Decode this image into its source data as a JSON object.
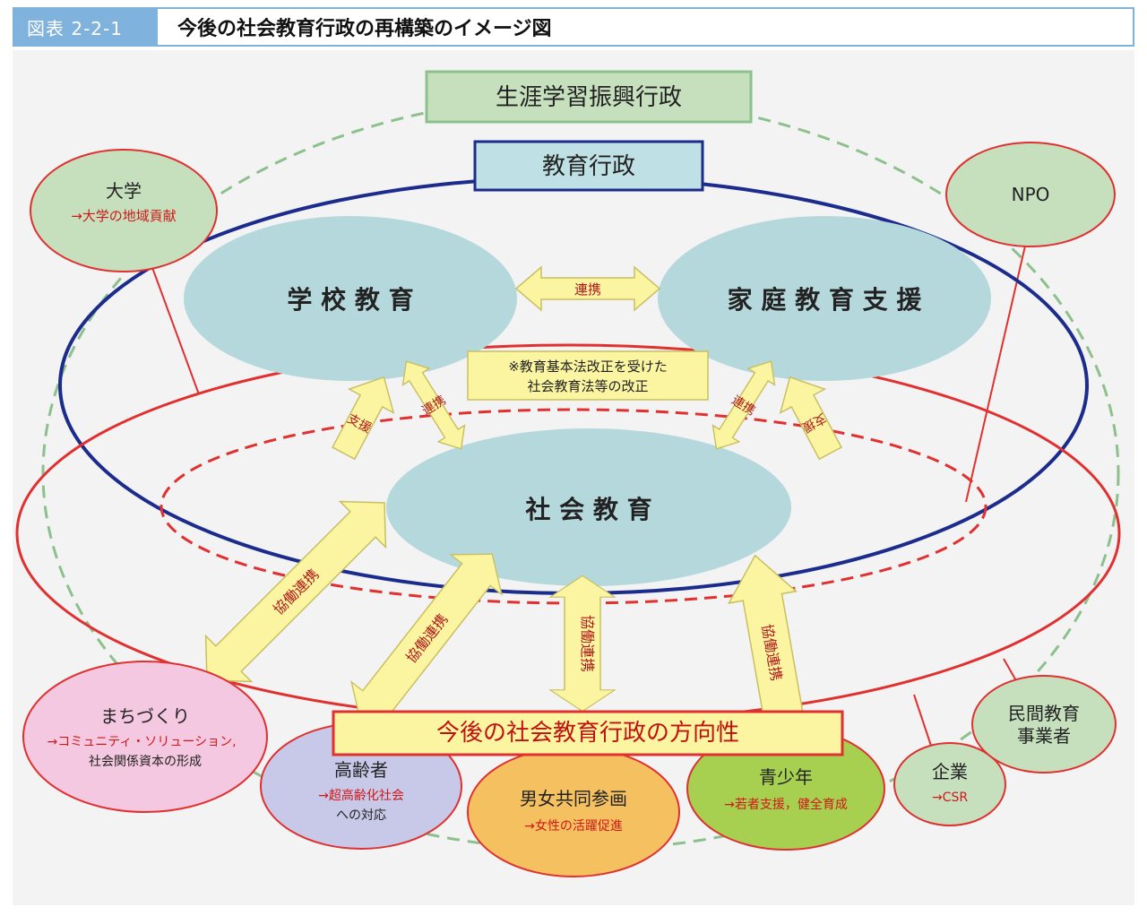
{
  "header": {
    "figure_label": "図表 2-2-1",
    "title": "今後の社会教育行政の再構築のイメージ図"
  },
  "boxes": {
    "lifelong": "生涯学習振興行政",
    "education_admin": "教育行政",
    "direction": "今後の社会教育行政の方向性",
    "law_note_line1": "※教育基本法改正を受けた",
    "law_note_line2": "社会教育法等の改正"
  },
  "core": {
    "school": "学 校 教 育",
    "family": "家 庭 教 育 支 援",
    "social": "社 会 教 育"
  },
  "arrows": {
    "renkei": "連携",
    "support": "支援",
    "kyodo": "協働連携"
  },
  "partners": {
    "university": {
      "title": "大学",
      "sub": "→大学の地域貢献"
    },
    "npo": {
      "title": "NPO"
    },
    "town": {
      "title": "まちづくり",
      "sub1": "→コミュニティ・ソリューション,",
      "sub2": "社会関係資本の形成"
    },
    "elderly": {
      "title": "高齢者",
      "sub1": "→超高齢化社会",
      "sub2": "への対応"
    },
    "gender": {
      "title": "男女共同参画",
      "sub": "→女性の活躍促進"
    },
    "youth": {
      "title": "青少年",
      "sub": "→若者支援，健全育成"
    },
    "company": {
      "title": "企業",
      "sub": "→CSR"
    },
    "private": {
      "title1": "民間教育",
      "title2": "事業者"
    }
  },
  "colors": {
    "green_dash": "#8cc08c",
    "navy": "#1c2c8c",
    "red": "#e03030",
    "teal": "#b5d8dc",
    "arrow_fill": "#fbf5a2",
    "arrow_stroke": "#c8c060",
    "sub_red": "#d01818"
  }
}
